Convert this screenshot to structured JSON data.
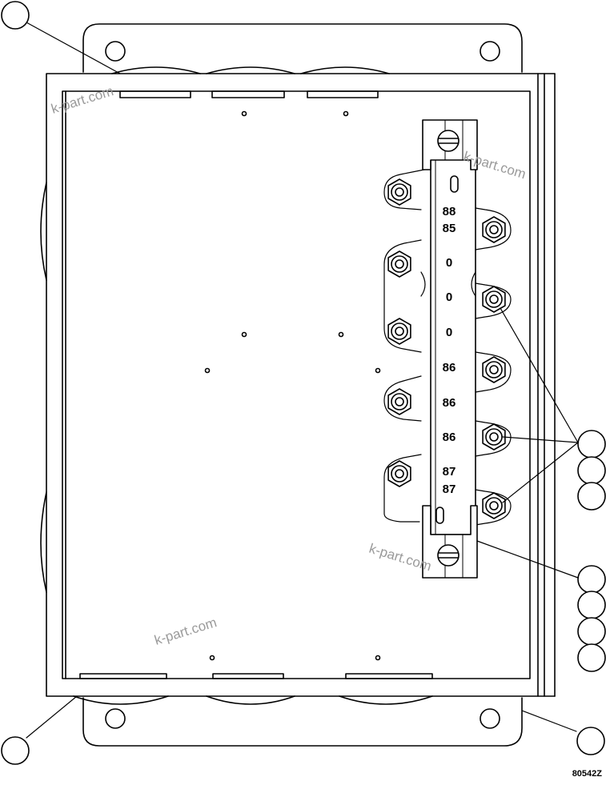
{
  "diagram": {
    "terminal_labels": [
      "88",
      "85",
      "0",
      "0",
      "0",
      "86",
      "86",
      "86",
      "87",
      "87"
    ],
    "watermark_text": "k-part.com",
    "figure_code": "80542Z",
    "callouts": [
      {
        "id": "top-left",
        "label": ""
      },
      {
        "id": "bottom-left",
        "label": ""
      },
      {
        "id": "bottom-right",
        "label": ""
      },
      {
        "id": "group-a-1",
        "label": ""
      },
      {
        "id": "group-a-2",
        "label": ""
      },
      {
        "id": "group-a-3",
        "label": ""
      },
      {
        "id": "group-b-1",
        "label": ""
      },
      {
        "id": "group-b-2",
        "label": ""
      },
      {
        "id": "group-b-3",
        "label": ""
      },
      {
        "id": "group-b-4",
        "label": ""
      }
    ],
    "colors": {
      "line": "#000000",
      "background": "#ffffff",
      "watermark": "#9a9a9a"
    }
  }
}
